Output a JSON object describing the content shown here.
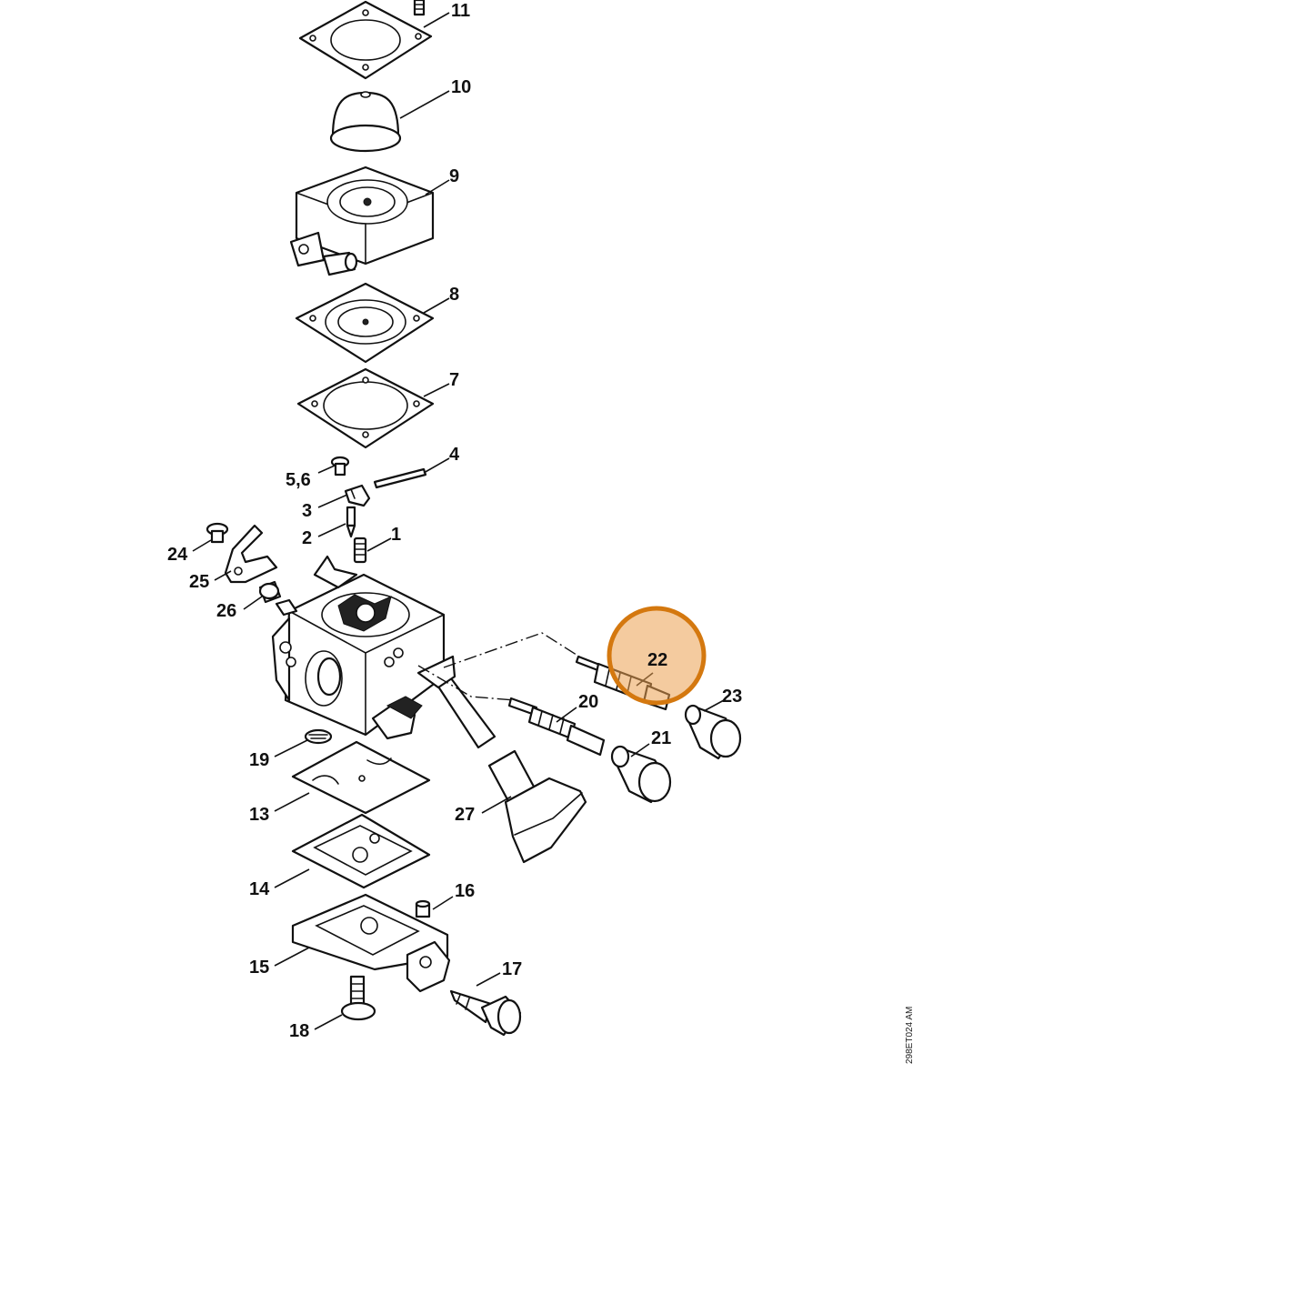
{
  "drawing_code": "298ET024 AM",
  "highlight_color": "#d4780f",
  "highlight_fill": "rgba(235, 160, 80, 0.55)",
  "highlighted_part": "22",
  "part_labels": {
    "p11": "11",
    "p10": "10",
    "p9": "9",
    "p8": "8",
    "p7": "7",
    "p4": "4",
    "p56": "5,6",
    "p3": "3",
    "p2": "2",
    "p1": "1",
    "p24": "24",
    "p25": "25",
    "p26": "26",
    "p22": "22",
    "p23": "23",
    "p20": "20",
    "p21": "21",
    "p19": "19",
    "p13": "13",
    "p27": "27",
    "p14": "14",
    "p16": "16",
    "p15": "15",
    "p17": "17",
    "p18": "18"
  }
}
